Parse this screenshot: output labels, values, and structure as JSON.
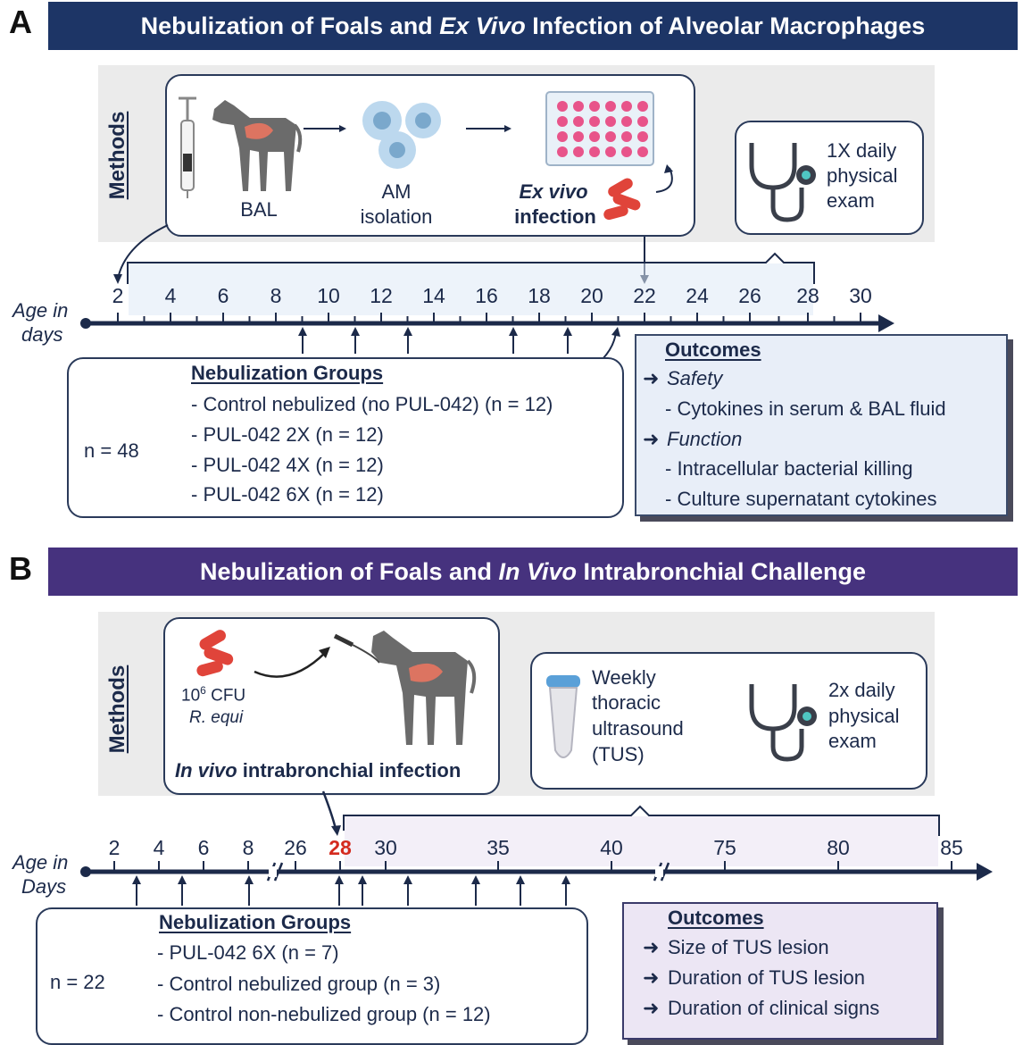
{
  "panel_a": {
    "letter": "A",
    "title_pre": "Nebulization of Foals and ",
    "title_em": "Ex Vivo",
    "title_post": " Infection of Alveolar Macrophages",
    "methods_label": "Methods",
    "bal_label": "BAL",
    "am_line1": "AM",
    "am_line2": "isolation",
    "exvivo_line1": "Ex vivo",
    "exvivo_line2": "infection",
    "exam_line1": "1X daily",
    "exam_line2": "physical",
    "exam_line3": "exam",
    "axis_label_1": "Age in",
    "axis_label_2": "days",
    "ticks": [
      "2",
      "4",
      "6",
      "8",
      "10",
      "12",
      "14",
      "16",
      "18",
      "20",
      "22",
      "24",
      "26",
      "28",
      "30"
    ],
    "nebulization_title": "Nebulization Groups",
    "n_total": "n = 48",
    "groups": [
      "- Control nebulized (no PUL-042) (n = 12)",
      "- PUL-042 2X (n = 12)",
      "- PUL-042 4X (n = 12)",
      "- PUL-042 6X (n = 12)"
    ],
    "outcomes_title": "Outcomes",
    "outcome_safety": "Safety",
    "outcome_safety_item": "- Cytokines in serum & BAL fluid",
    "outcome_function": "Function",
    "outcome_function_item1": "- Intracellular bacterial killing",
    "outcome_function_item2": "- Culture supernatant cytokines"
  },
  "panel_b": {
    "letter": "B",
    "title_pre": "Nebulization of Foals and ",
    "title_em": "In Vivo",
    "title_post": " Intrabronchial Challenge",
    "methods_label": "Methods",
    "cfu_base": "10",
    "cfu_exp": "6",
    "cfu_unit": " CFU",
    "organism": "R. equi",
    "infection_em": "In vivo",
    "infection_rest": " intrabronchial infection",
    "tus_line1": "Weekly",
    "tus_line2": "thoracic",
    "tus_line3": "ultrasound",
    "tus_line4": "(TUS)",
    "exam_line1": "2x daily",
    "exam_line2": "physical",
    "exam_line3": "exam",
    "axis_label_1": "Age in",
    "axis_label_2": "Days",
    "ticks": [
      "2",
      "4",
      "6",
      "8",
      "26",
      "28",
      "30",
      "35",
      "40",
      "75",
      "80",
      "85"
    ],
    "nebulization_title": "Nebulization Groups",
    "n_total": "n = 22",
    "groups": [
      "- PUL-042 6X (n = 7)",
      "- Control nebulized group  (n = 3)",
      "- Control non-nebulized group  (n = 12)"
    ],
    "outcomes_title": "Outcomes",
    "outcomes": [
      "Size of TUS lesion",
      "Duration of TUS lesion",
      "Duration of clinical signs"
    ]
  },
  "colors": {
    "banner_a": "#1d3566",
    "banner_b": "#46327e",
    "text_navy": "#1c2a4a",
    "highlight_red": "#d42a1e",
    "bacteria_red": "#e0443a",
    "well_pink": "#e8548a"
  },
  "icons": [
    "syringe-icon",
    "foal-icon",
    "macrophage-icon",
    "well-plate-icon",
    "bacteria-icon",
    "stethoscope-icon",
    "ultrasound-probe-icon",
    "endoscope-icon"
  ]
}
